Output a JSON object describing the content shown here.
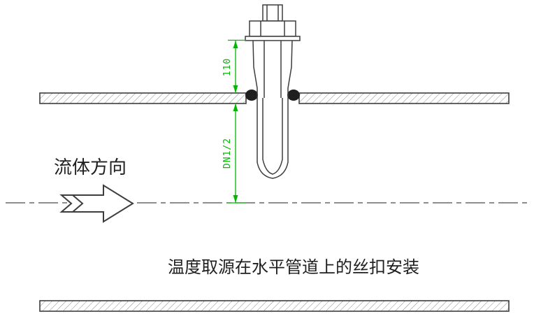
{
  "diagram": {
    "title": "温度取源在水平管道上的丝扣安装",
    "flow_label": "流体方向",
    "dimensions": {
      "exposed_length": "110",
      "insertion_ref": "DN1/2"
    },
    "colors": {
      "dimension_green": "#00b800",
      "line_gray": "#3d3d3d",
      "seal_black": "#1f1f1f",
      "background": "#ffffff"
    }
  }
}
